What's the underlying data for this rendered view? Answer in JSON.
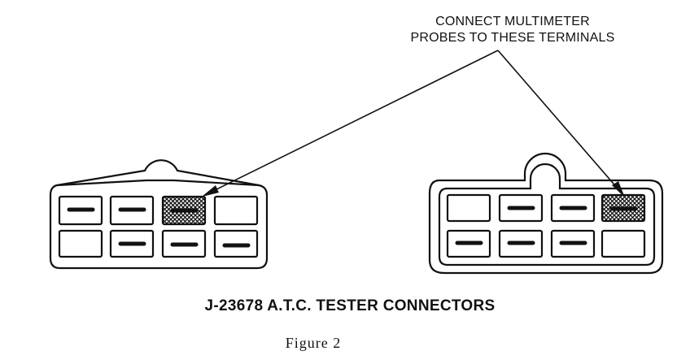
{
  "callout": {
    "line1": "CONNECT MULTIMETER",
    "line2": "PROBES TO THESE TERMINALS"
  },
  "caption": "J-23678 A.T.C. TESTER CONNECTORS",
  "figure_label": "Figure 2",
  "colors": {
    "ink": "#111111",
    "background": "#ffffff"
  }
}
